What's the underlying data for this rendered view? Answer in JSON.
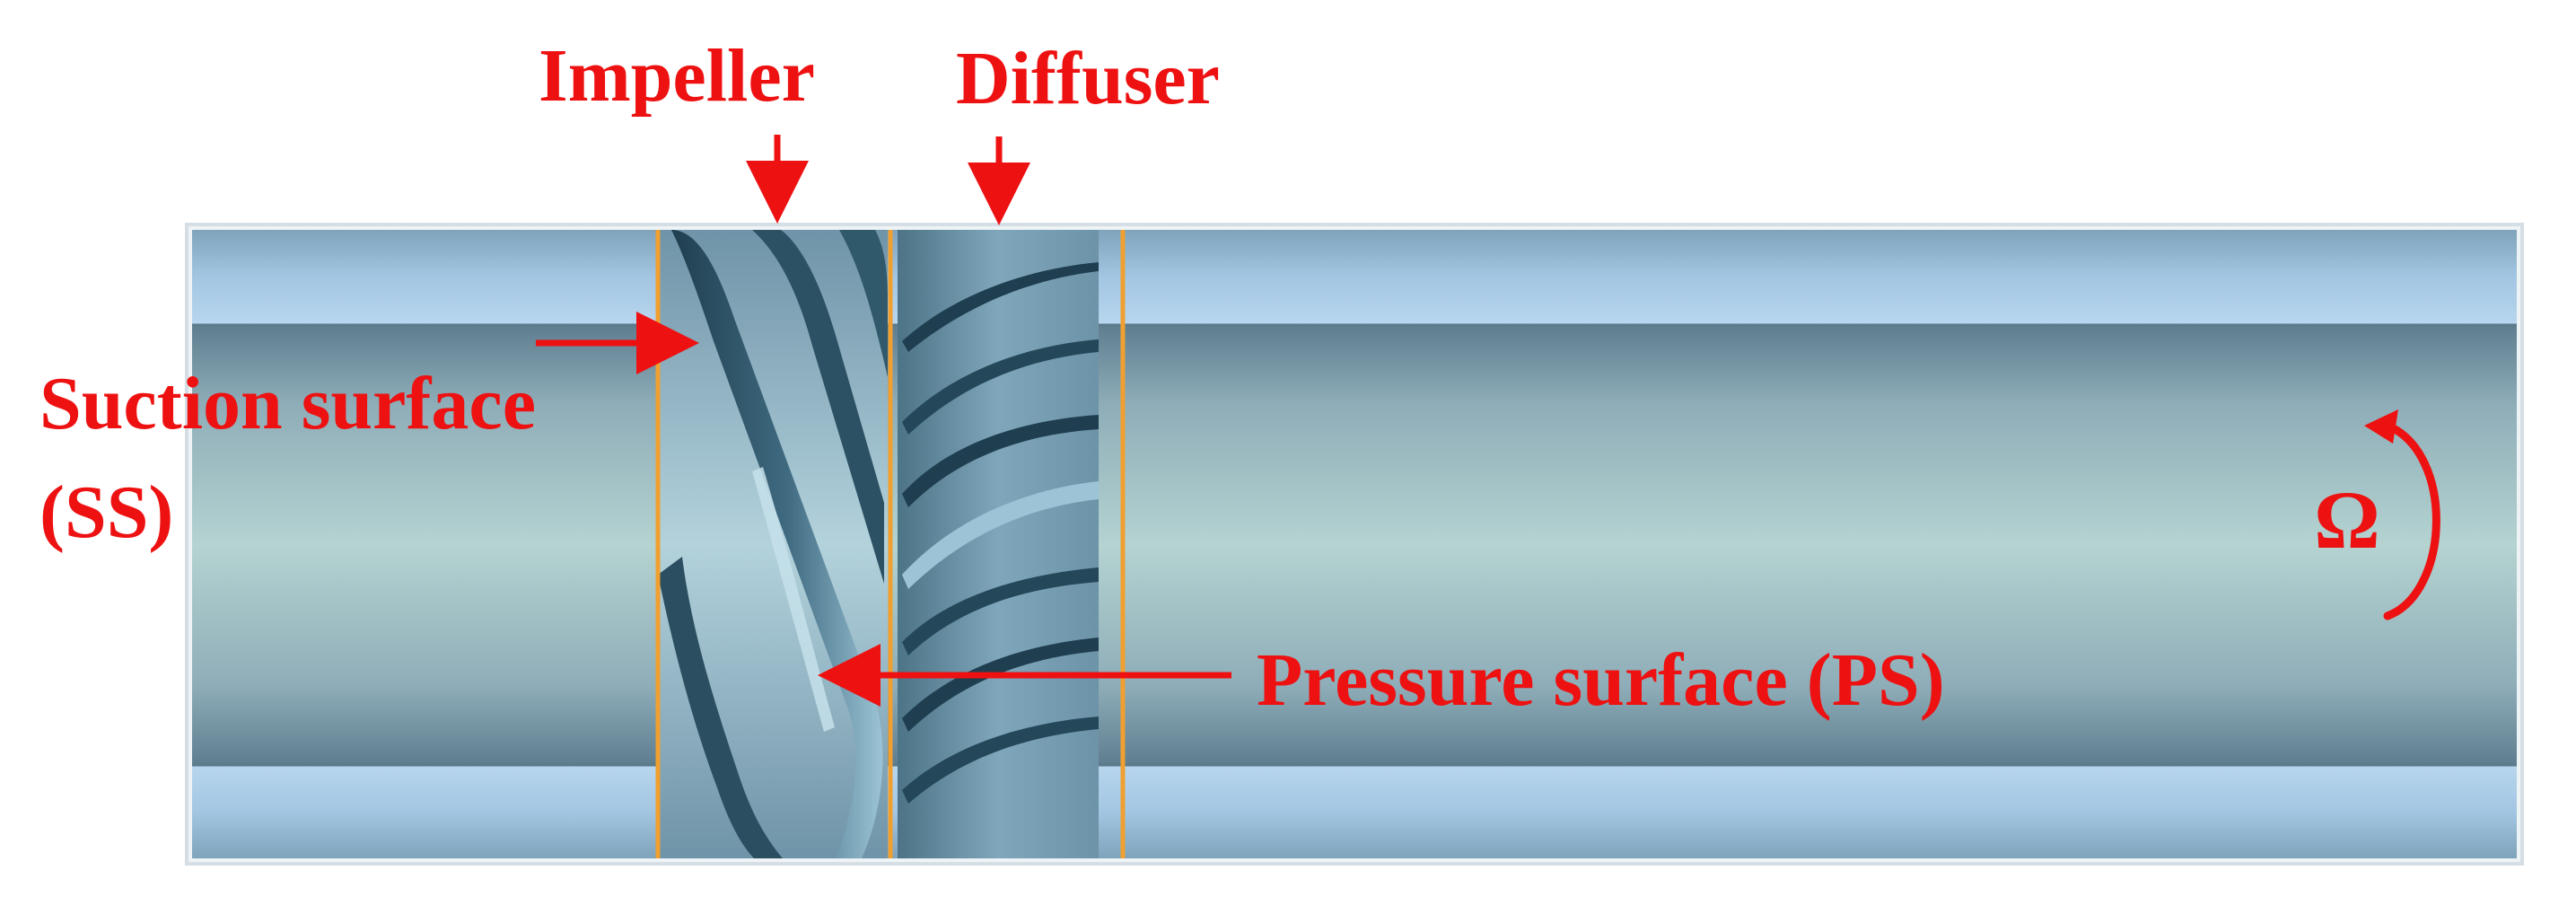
{
  "diagram": {
    "labels": {
      "impeller": "Impeller",
      "diffuser": "Diffuser",
      "suction_line1": "Suction surface",
      "suction_line2": "(SS)",
      "pressure": "Pressure surface (PS)",
      "rotation_symbol": "Ω"
    },
    "colors": {
      "annotation": "#ee1111",
      "interface_line": "#f0a030",
      "blade_dark": "#2f5668",
      "blade_light": "#9cc4d6",
      "duct_outer": "#9fc6e4",
      "duct_core": "#b5d3d2"
    },
    "components": [
      "impeller",
      "diffuser",
      "duct",
      "rotation-indicator"
    ]
  }
}
